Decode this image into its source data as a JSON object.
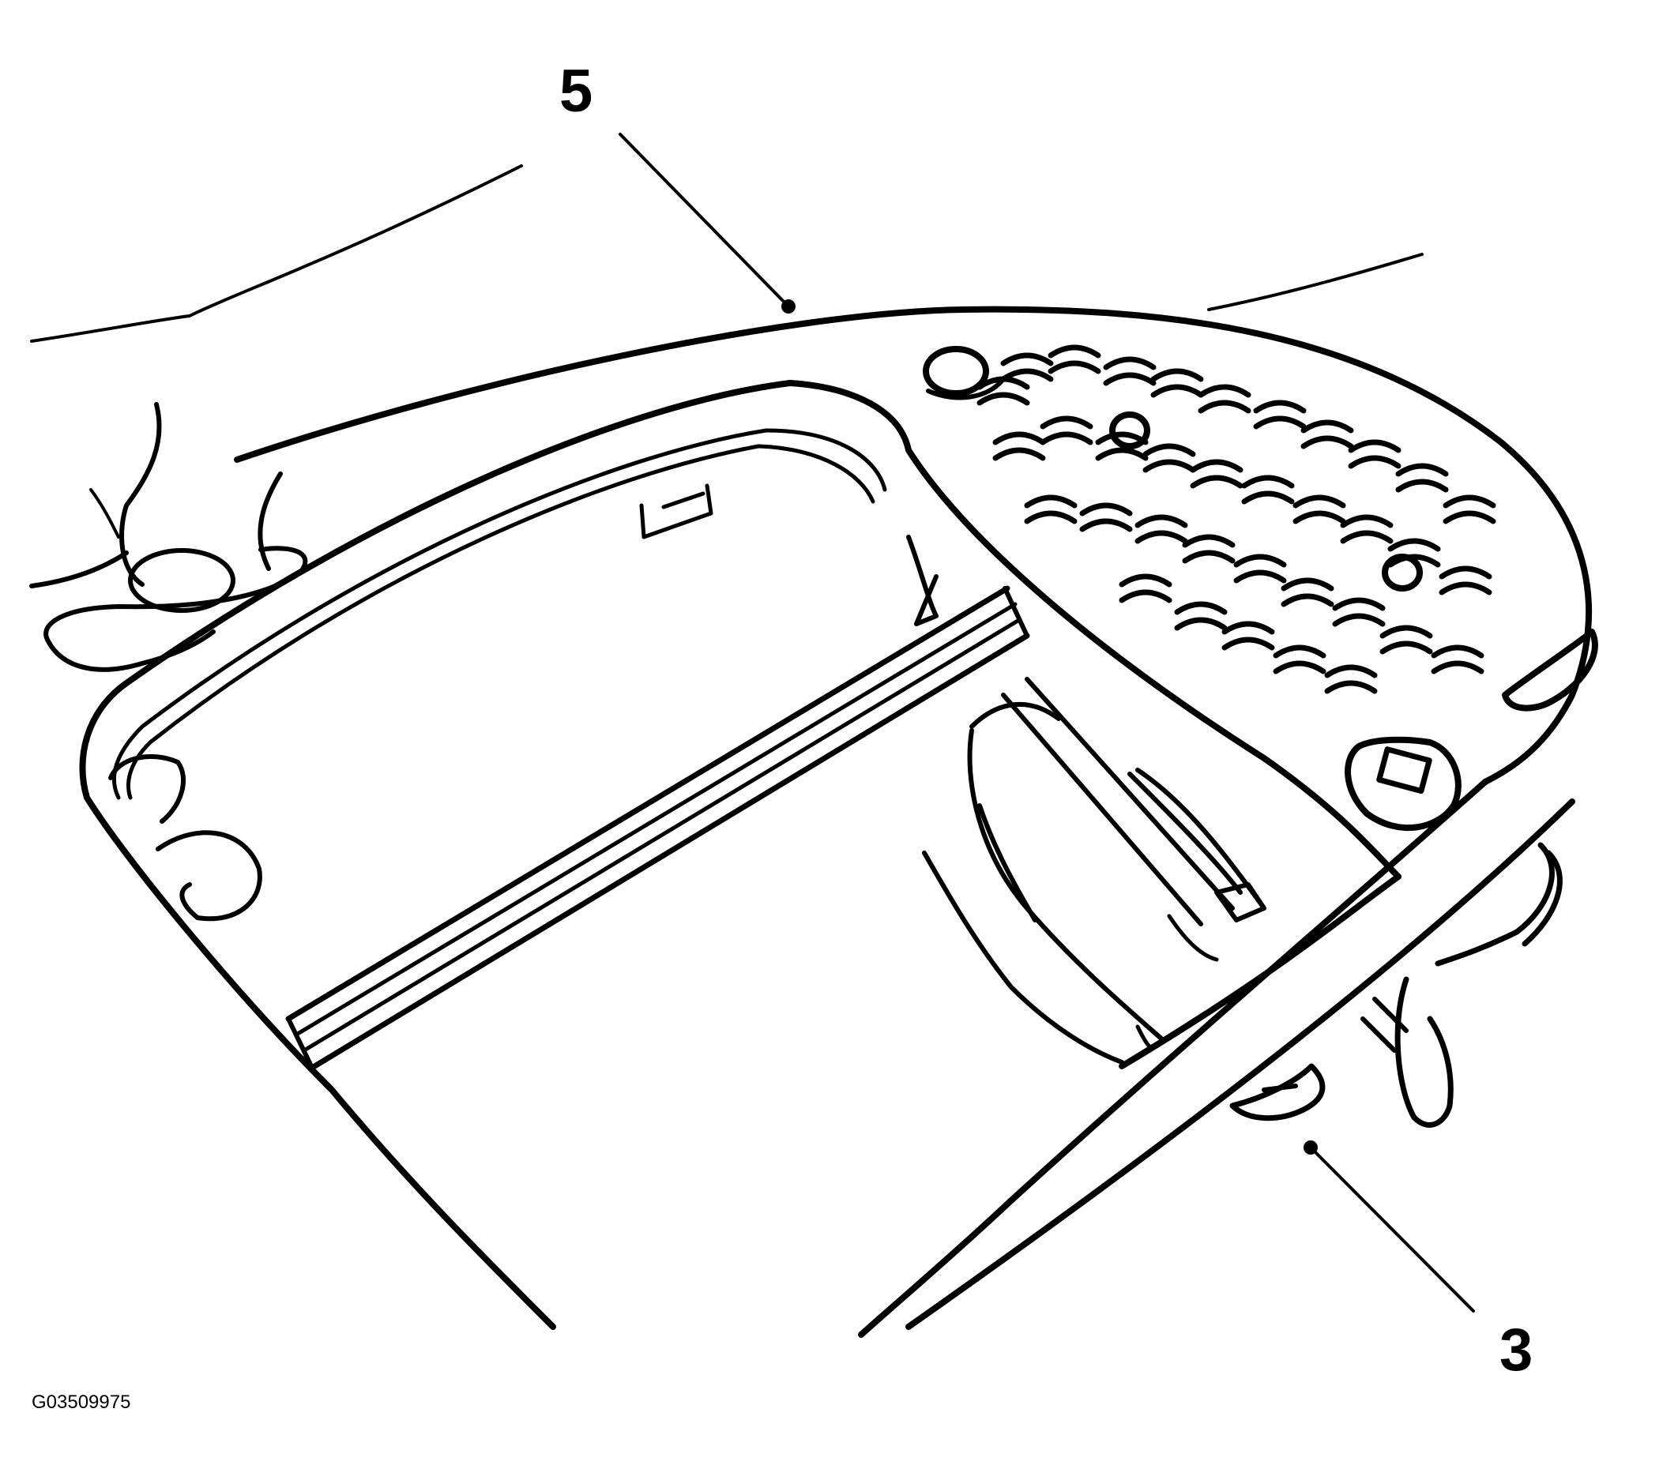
{
  "figure": {
    "code": "G03509975",
    "ink_color": "#000000",
    "background": "#ffffff"
  },
  "callouts": [
    {
      "id": "5",
      "label": "5"
    },
    {
      "id": "3",
      "label": "3"
    }
  ]
}
